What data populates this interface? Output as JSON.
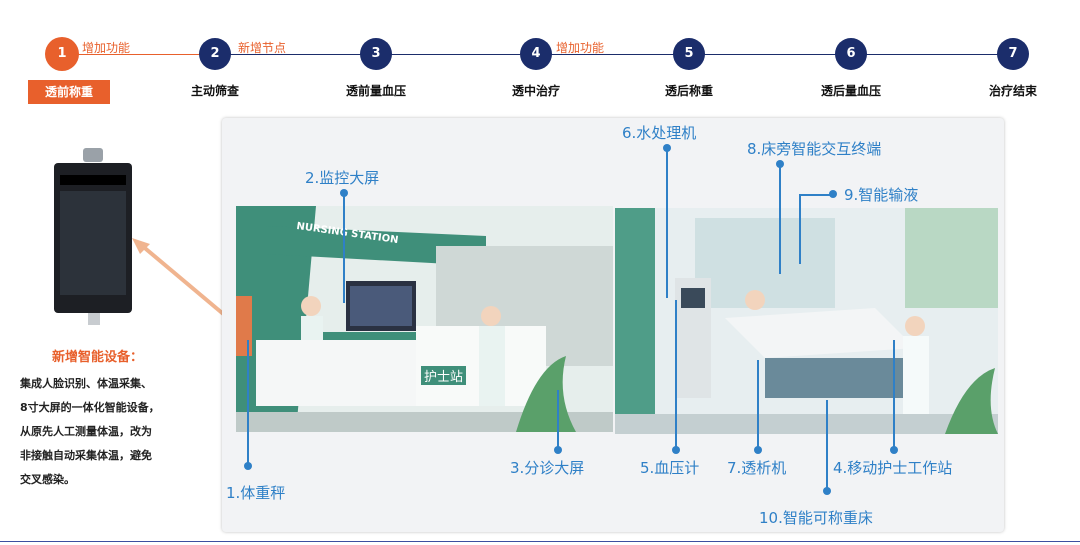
{
  "steps": [
    {
      "num": "1",
      "label": "透前称重",
      "active": true
    },
    {
      "num": "2",
      "label": "主动筛查"
    },
    {
      "num": "3",
      "label": "透前量血压"
    },
    {
      "num": "4",
      "label": "透中治疗"
    },
    {
      "num": "5",
      "label": "透后称重"
    },
    {
      "num": "6",
      "label": "透后量血压"
    },
    {
      "num": "7",
      "label": "治疗结束"
    }
  ],
  "step_notes": [
    "增加功能",
    "新增节点",
    "增加功能"
  ],
  "new_device": {
    "title": "新增智能设备：",
    "lines": [
      "集成人脸识别、体温采集、",
      "8寸大屏的一体化智能设备，",
      "从原先人工测量体温，改为",
      "非接触自动采集体温，避免",
      "交叉感染。"
    ]
  },
  "scene": {
    "nursing_station_sign": "NURSING STATION",
    "counter_sign": "护士站"
  },
  "callouts": [
    "1.体重秤",
    "2.监控大屏",
    "3.分诊大屏",
    "4.移动护士工作站",
    "5.血压计",
    "6.水处理机",
    "7.透析机",
    "8.床旁智能交互终端",
    "9.智能输液",
    "10.智能可称重床"
  ],
  "colors": {
    "navy": "#1b2d6b",
    "orange": "#e8602c",
    "callout_blue": "#2f80c7",
    "green": "#3f8f7a"
  }
}
